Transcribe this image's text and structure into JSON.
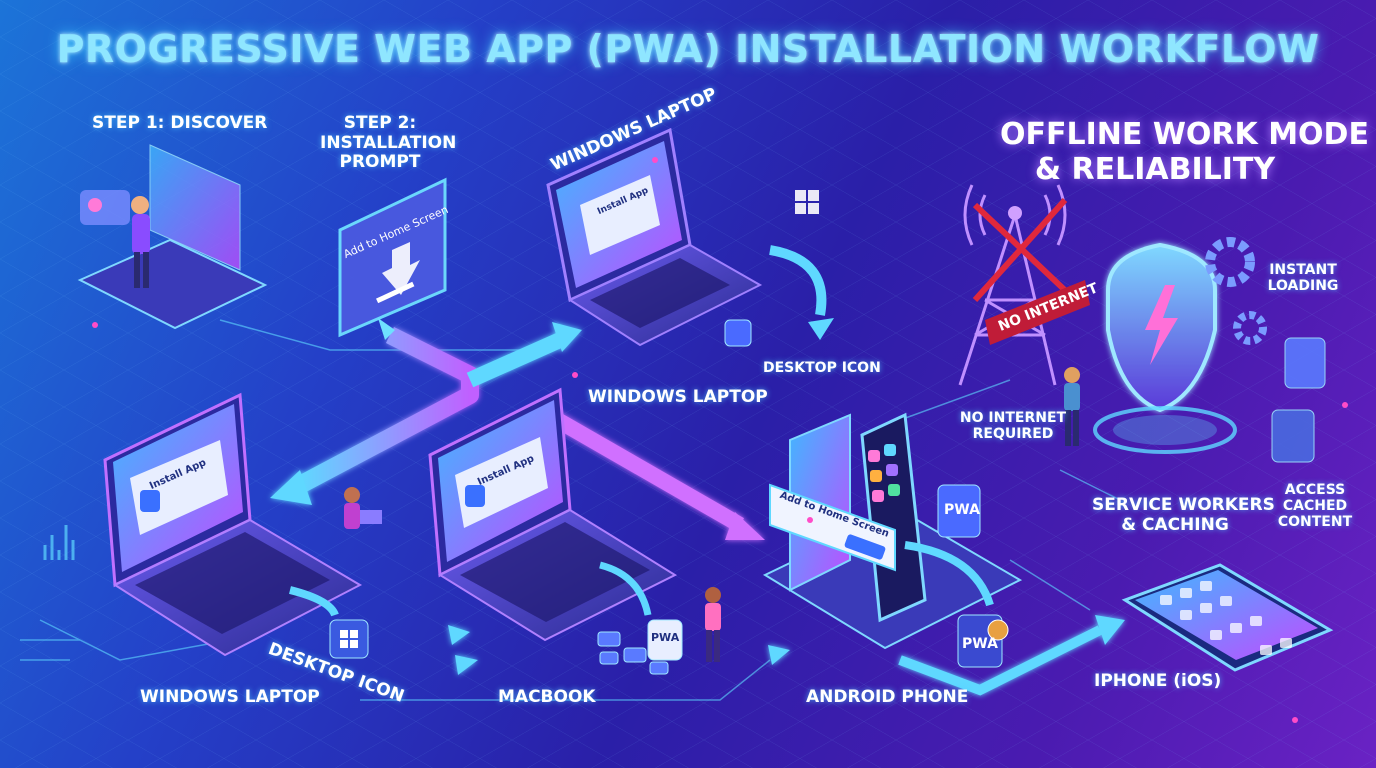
{
  "title": "PROGRESSIVE WEB APP (PWA) INSTALLATION WORKFLOW",
  "steps": {
    "discover": "STEP 1: DISCOVER",
    "prompt_line1": "STEP 2:",
    "prompt_line2": "INSTALLATION",
    "prompt_line3": "PROMPT",
    "add_to_home_screen": "Add to Home Screen"
  },
  "top_laptop": {
    "label_tilted": "WINDOWS LAPTOP",
    "label_bottom": "WINDOWS LAPTOP",
    "dialog_text": "Install App",
    "desktop_icon_label": "DESKTOP ICON"
  },
  "left_laptop": {
    "label": "WINDOWS LAPTOP",
    "dialog_text": "Install App",
    "desktop_icon_label": "DESKTOP ICON"
  },
  "macbook": {
    "label": "MACBOOK",
    "dialog_text": "Install App",
    "pwa_badge": "PWA"
  },
  "android": {
    "label": "ANDROID PHONE",
    "dialog_text": "Add to Home Screen",
    "pwa_badge": "PWA",
    "pwa_badge_2": "PWA"
  },
  "iphone": {
    "label": "IPHONE (iOS)"
  },
  "offline": {
    "title_line1": "OFFLINE WORK MODE",
    "title_line2": "& RELIABILITY",
    "no_internet_banner": "NO INTERNET",
    "no_internet_required_line1": "NO INTERNET",
    "no_internet_required_line2": "REQUIRED",
    "instant_line1": "INSTANT",
    "instant_line2": "LOADING",
    "service_line1": "SERVICE WORKERS",
    "service_line2": "& CACHING",
    "access_line1": "ACCESS",
    "access_line2": "CACHED",
    "access_line3": "CONTENT"
  },
  "colors": {
    "accent_cyan": "#5fd8ff",
    "accent_purple": "#b466ff",
    "accent_pink": "#ff3ca8",
    "warning_red": "#e0283c"
  }
}
